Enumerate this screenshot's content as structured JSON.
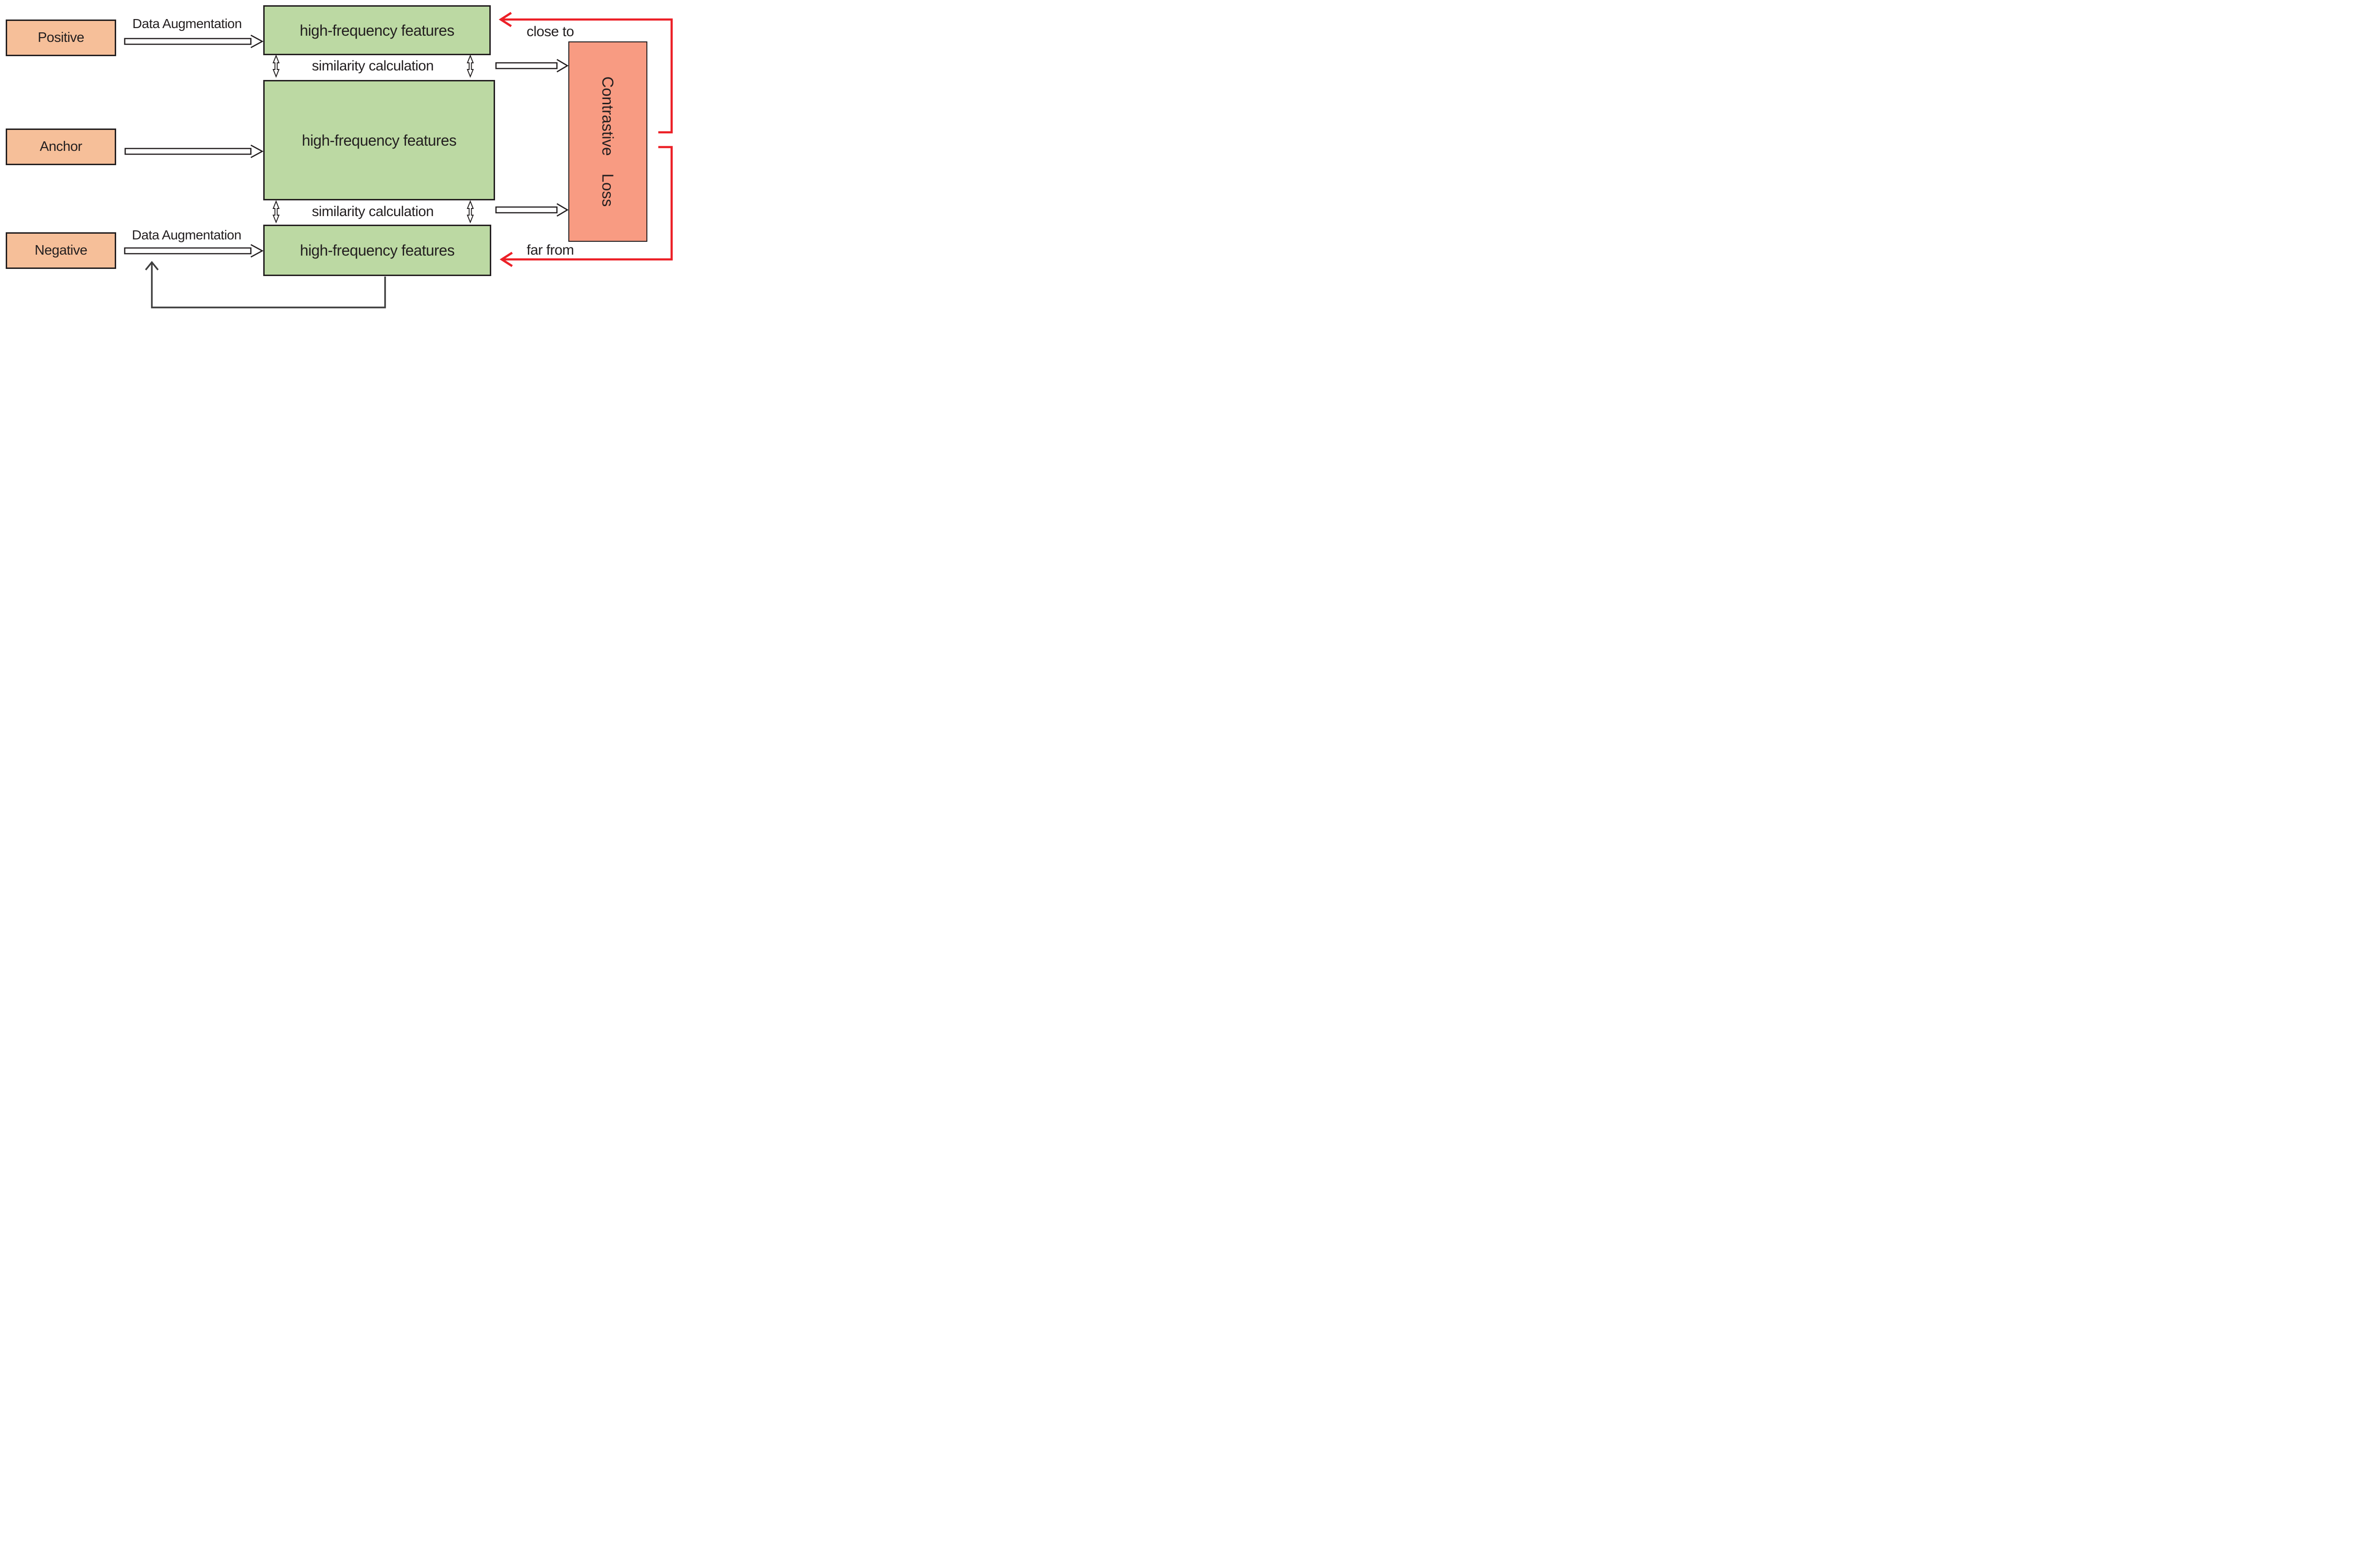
{
  "diagram_title": "contrastive-learning high-frequency feature diagram",
  "colors": {
    "peach": "#F6BF99",
    "green": "#BCD9A3",
    "salmon": "#F89B82",
    "red": "#EC2027",
    "ink": "#231F20",
    "loop": "#3D3D3D"
  },
  "inputs": {
    "positive": "Positive",
    "anchor": "Anchor",
    "negative": "Negative"
  },
  "features": {
    "top": "high-frequency features",
    "middle": "high-frequency features",
    "bottom": "high-frequency features"
  },
  "loss": {
    "label": "Contrastive Loss"
  },
  "labels": {
    "data_augmentation_top": "Data Augmentation",
    "data_augmentation_bottom": "Data Augmentation",
    "similarity_top": "similarity calculation",
    "similarity_bottom": "similarity calculation",
    "close_to": "close to",
    "far_from": "far from"
  }
}
